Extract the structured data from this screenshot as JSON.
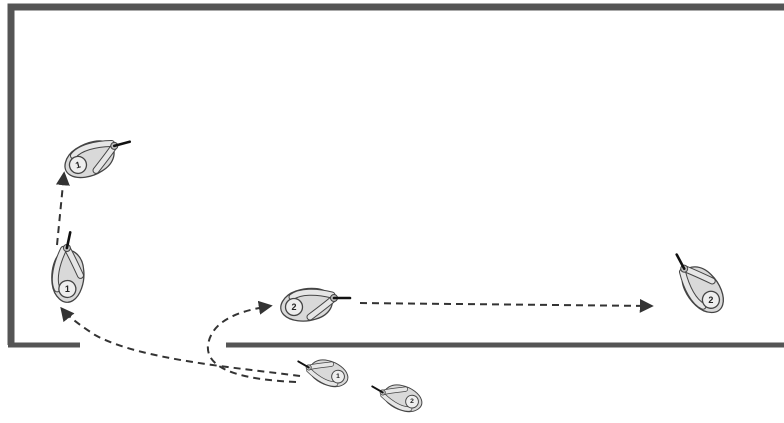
{
  "diagram": {
    "figures": [
      {
        "id": "f1-top",
        "number": "1"
      },
      {
        "id": "f1-mid",
        "number": "1"
      },
      {
        "id": "f2-center",
        "number": "2"
      },
      {
        "id": "f2-right",
        "number": "2"
      },
      {
        "id": "f1-entry",
        "number": "1"
      },
      {
        "id": "f2-entry",
        "number": "2"
      }
    ],
    "colors": {
      "wall": "#555555",
      "path": "#333333",
      "figure_fill": "#d9d9d9",
      "figure_stroke": "#444444",
      "weapon": "#111111"
    }
  }
}
